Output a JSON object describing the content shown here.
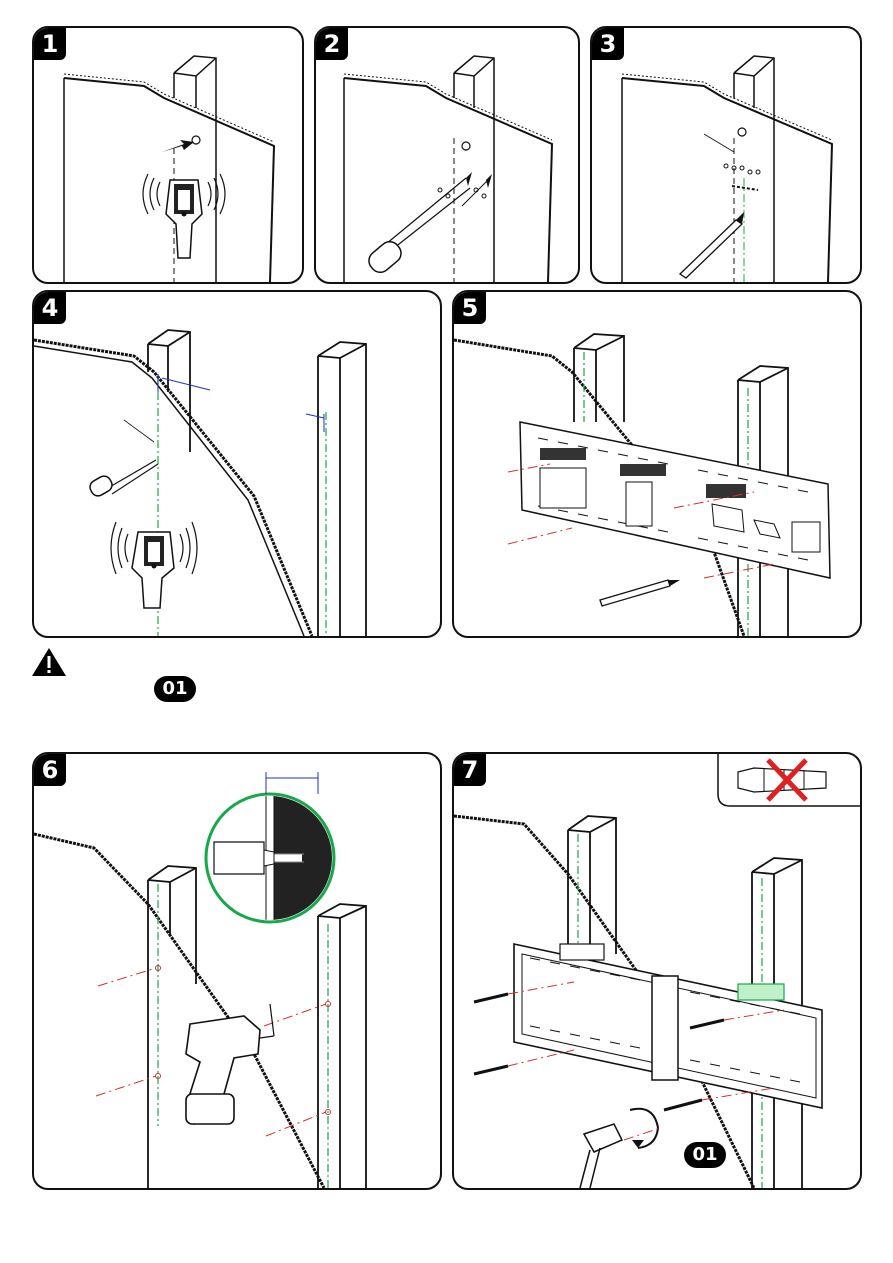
{
  "steps": [
    {
      "number": "1"
    },
    {
      "number": "2"
    },
    {
      "number": "3"
    },
    {
      "number": "4"
    },
    {
      "number": "5"
    },
    {
      "number": "6"
    },
    {
      "number": "7"
    }
  ],
  "warning": {
    "icon": "warning-triangle-icon",
    "part_label": "01"
  },
  "step7": {
    "part_label": "01",
    "no_anchor_icon": "wall-anchor-crossed-icon"
  },
  "colors": {
    "guide_green": "#18a84a",
    "guide_red": "#d03030",
    "dimension_blue": "#2030c0",
    "outline": "#111111"
  }
}
